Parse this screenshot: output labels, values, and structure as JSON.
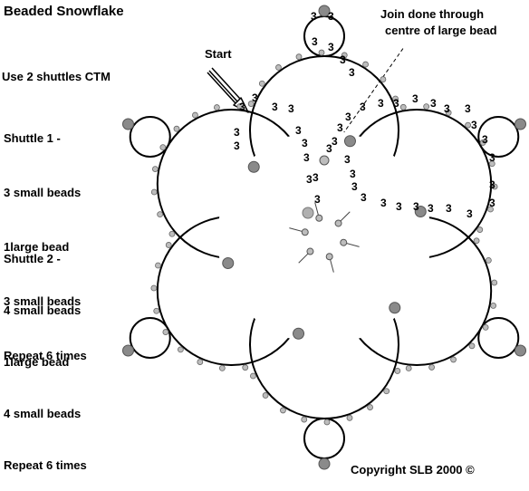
{
  "title": "Beaded Snowflake",
  "start_label": "Start",
  "join_note": [
    "Join done through",
    "centre of large bead"
  ],
  "instructions": {
    "header": "Use 2 shuttles CTM",
    "shuttle1": [
      "Shuttle 1 -",
      "3 small beads",
      "1large bead",
      "3 small beads",
      "Repeat 6 times"
    ],
    "shuttle2": [
      "Shuttle 2 -",
      "4 small beads",
      "1large bead",
      "4 small beads",
      "Repeat 6 times"
    ]
  },
  "copyright": "Copyright SLB 2000 ©",
  "stitch_count_label": "3",
  "colors": {
    "line": "#000000",
    "small_bead": "#bdbdbd",
    "large_bead": "#8a8a8a",
    "start_bead": "#b0b0b0"
  }
}
